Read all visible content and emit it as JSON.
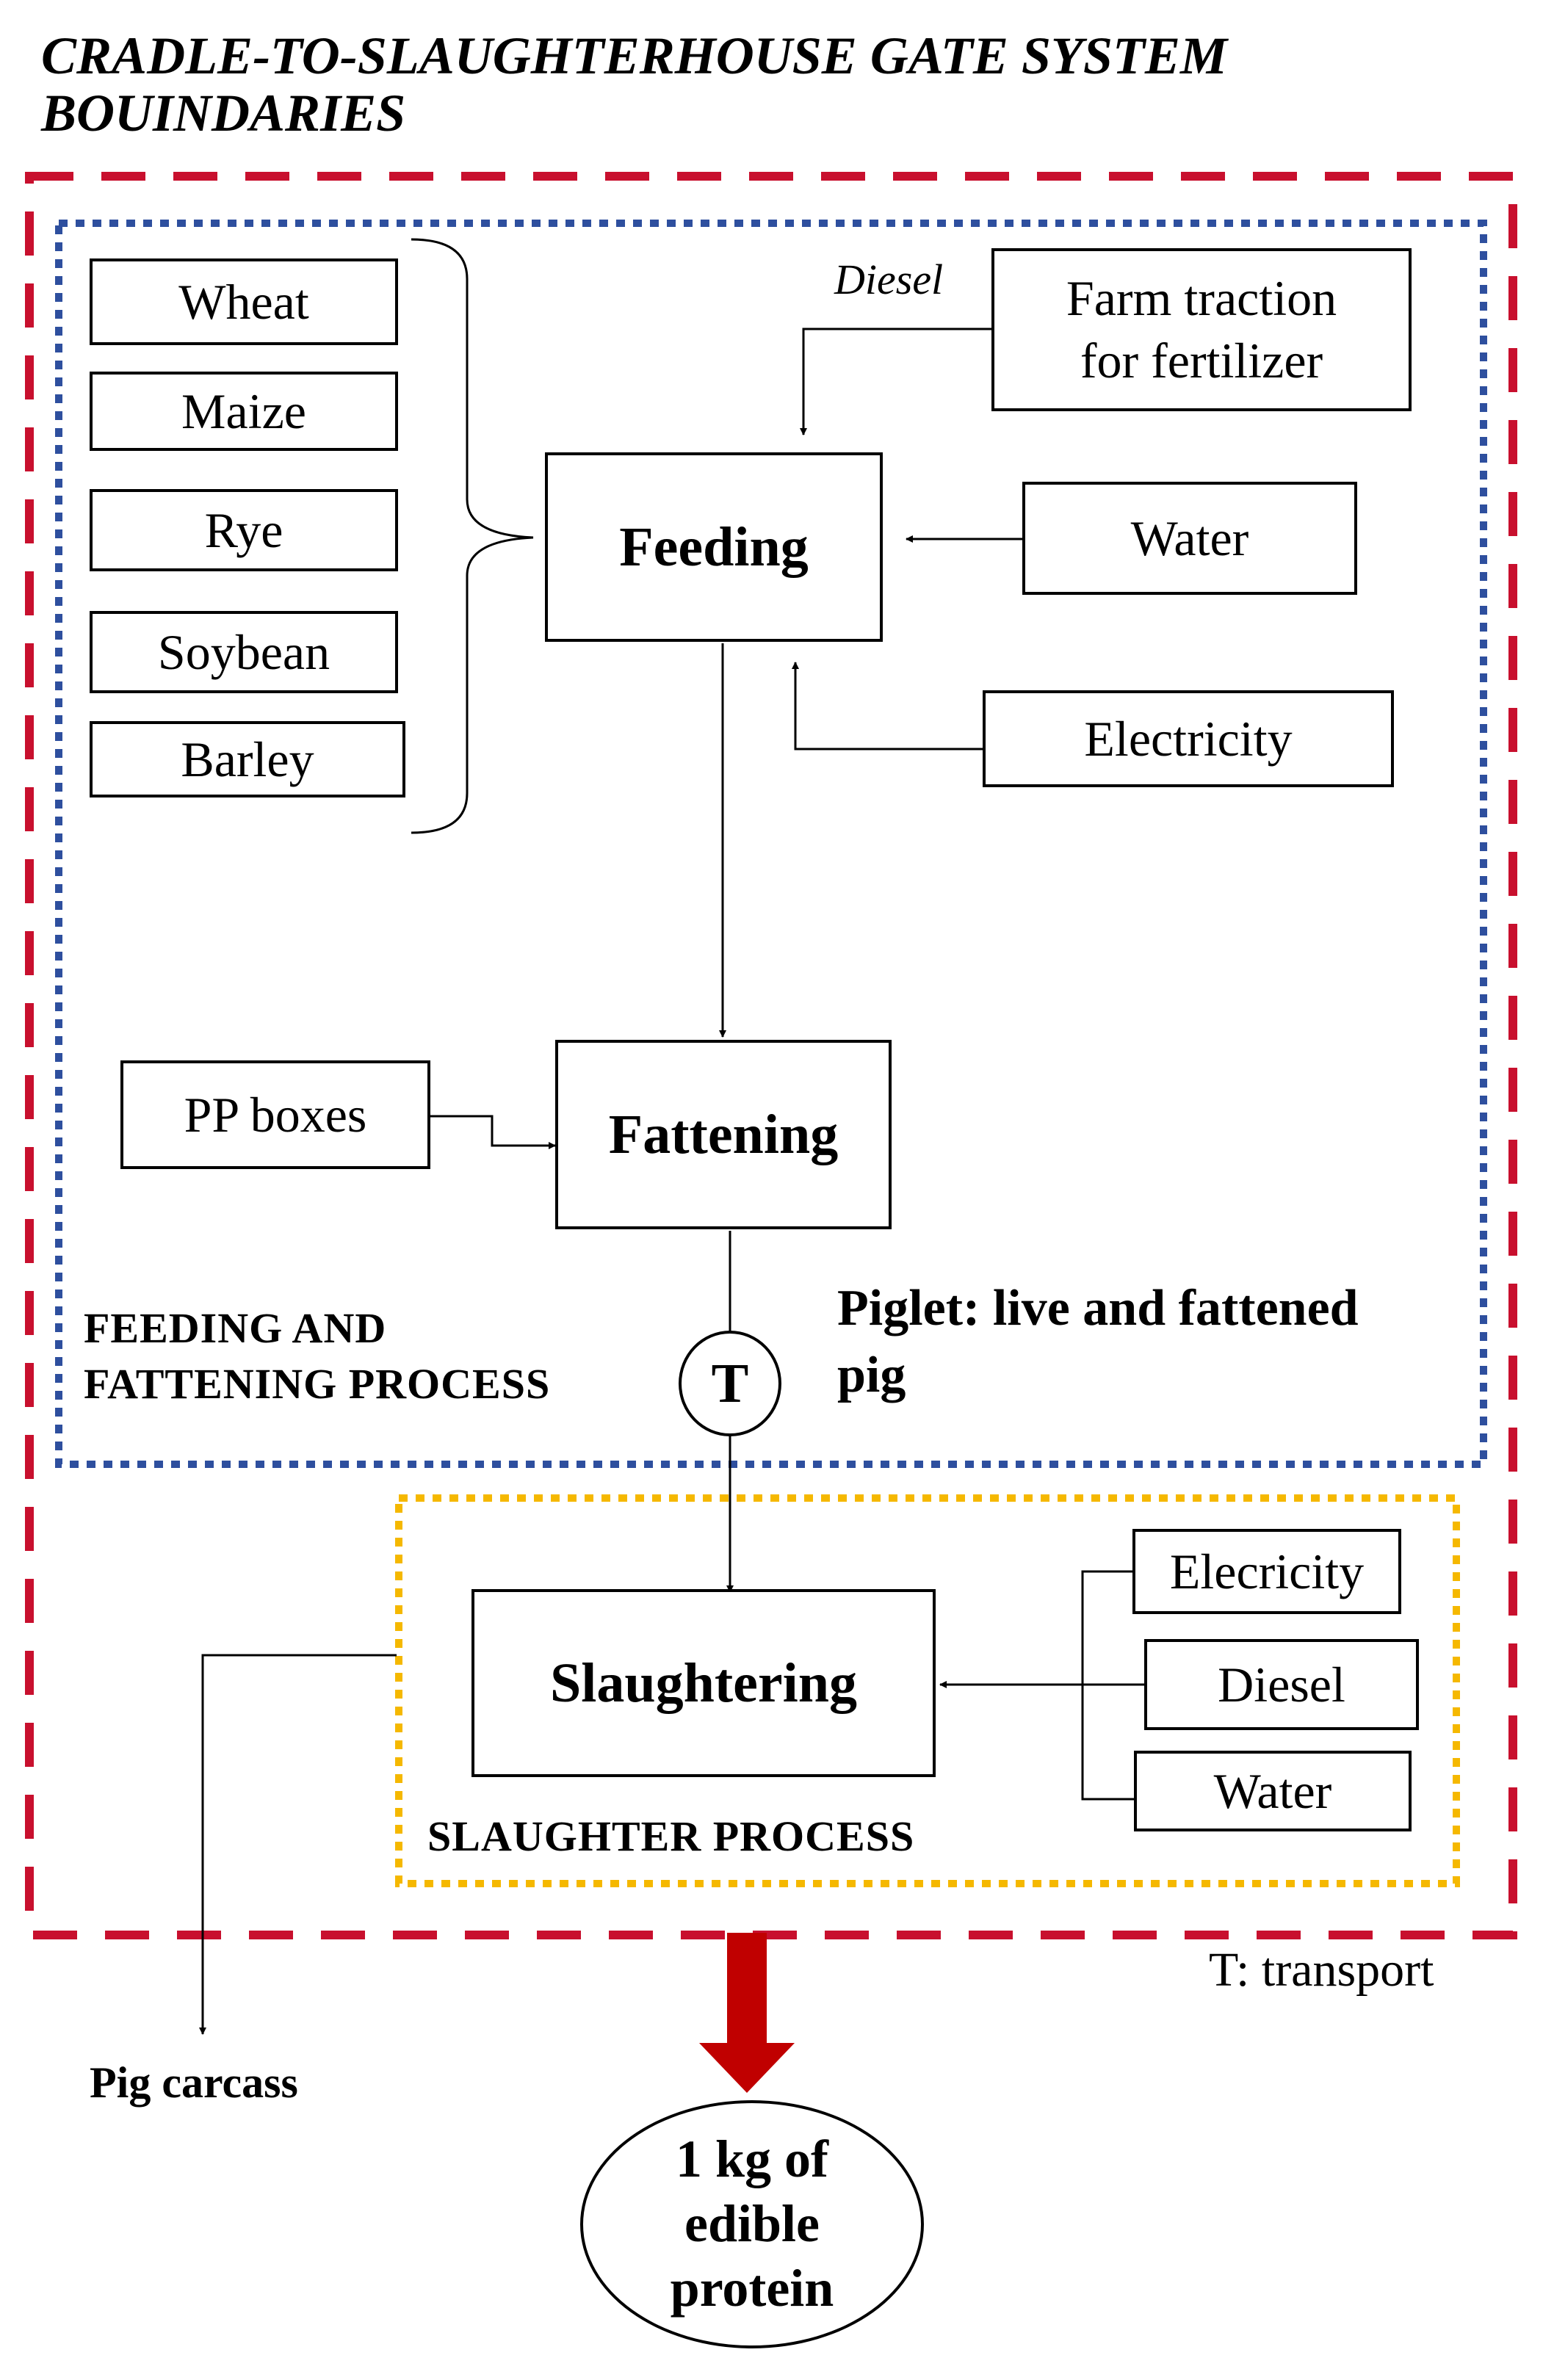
{
  "title": {
    "line1": "CRADLE-TO-SLAUGHTERHOUSE GATE SYSTEM",
    "line2": "BOUINDARIES"
  },
  "feeding_inputs": [
    "Wheat",
    "Maize",
    "Rye",
    "Soybean",
    "Barley"
  ],
  "diesel_label": "Diesel",
  "farm_traction": {
    "line1": "Farm traction",
    "line2": "for fertilizer"
  },
  "water_label": "Water",
  "electricity_label": "Electricity",
  "feeding_label": "Feeding",
  "pp_boxes_label": "PP boxes",
  "fattening_label": "Fattening",
  "feeding_process": {
    "line1": "FEEDING AND",
    "line2": "FATTENING PROCESS"
  },
  "piglet_note": "Piglet: live and fattened pig",
  "transport_node": "T",
  "slaughtering_label": "Slaughtering",
  "slaughter_inputs": [
    "Elecricity",
    "Diesel",
    "Water"
  ],
  "slaughter_process_label": "SLAUGHTER PROCESS",
  "transport_legend": "T: transport",
  "pig_carcass_label": "Pig carcass",
  "output_label": "1 kg of\nedible\nprotein",
  "colors": {
    "system_boundary": "#c8102e",
    "feeding_boundary": "#2e4f9e",
    "slaughter_boundary": "#f5b800",
    "output_arrow": "#c00000"
  }
}
